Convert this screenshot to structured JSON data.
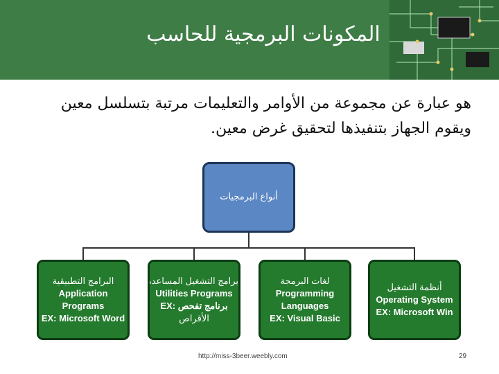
{
  "slide": {
    "title": "المكونات البرمجية للحاسب",
    "intro_line1": "هو عبارة عن مجموعة من الأوامر والتعليمات مرتبة بتسلسل معين",
    "intro_line2": "ويقوم الجهاز بتنفيذها لتحقيق غرض معين.",
    "root_label": "أنواع البرمجيات",
    "boxes": [
      {
        "ar": "البرامج التطبيقية",
        "en1": "Application",
        "en2": "Programs",
        "en3": "EX: Microsoft  Word"
      },
      {
        "ar": "برامج التشغيل المساعدة",
        "en1": "Utilities Programs",
        "en2": "EX: برنامج تفحص",
        "en3": "الأقراص"
      },
      {
        "ar": "لغات البرمجة",
        "en1": "Programming",
        "en2": "Languages",
        "en3": "EX: Visual Basic"
      },
      {
        "ar": "أنظمة التشغيل",
        "en1": "Operating System",
        "en2": "EX: Microsoft Win",
        "en3": ""
      }
    ],
    "footer_url": "http://miss-3beer.weebly.com",
    "page_number": "29"
  },
  "colors": {
    "header_green": "#3f7d47",
    "box_green": "#247a2d",
    "root_blue": "#5b87c4"
  }
}
